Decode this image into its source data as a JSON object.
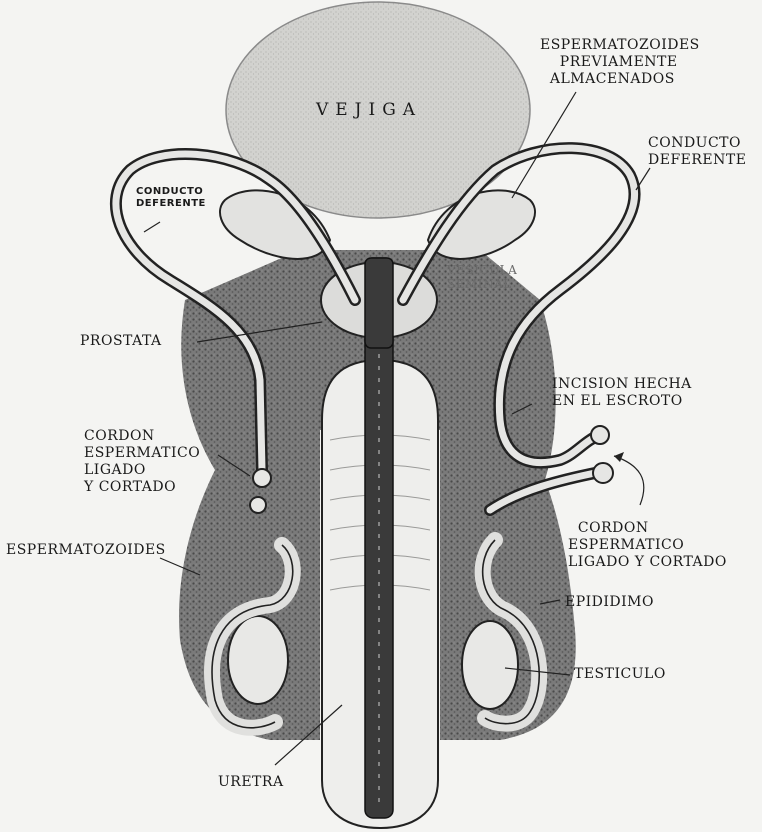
{
  "labels": {
    "vejiga": "VEJIGA",
    "esp_almacenados": "ESPERMATOZOIDES\n    PREVIAMENTE\n  ALMACENADOS",
    "conducto_der": "CONDUCTO\nDEFERENTE",
    "conducto_izq": "CONDUCTO\nDEFERENTE",
    "vesicula": "VESICULA\nSEMINAL",
    "prostata": "PROSTATA",
    "incision": "INCISION HECHA\nEN EL ESCROTO",
    "cordon_izq": "CORDON\nESPERMATICO\nLIGADO\nY CORTADO",
    "cordon_der": "  CORDON\nESPERMATICO\nLIGADO Y CORTADO",
    "espermatozoides": "ESPERMATOZOIDES",
    "epididimo": "EPIDIDIMO",
    "testiculo": "TESTICULO",
    "uretra": "URETRA"
  }
}
